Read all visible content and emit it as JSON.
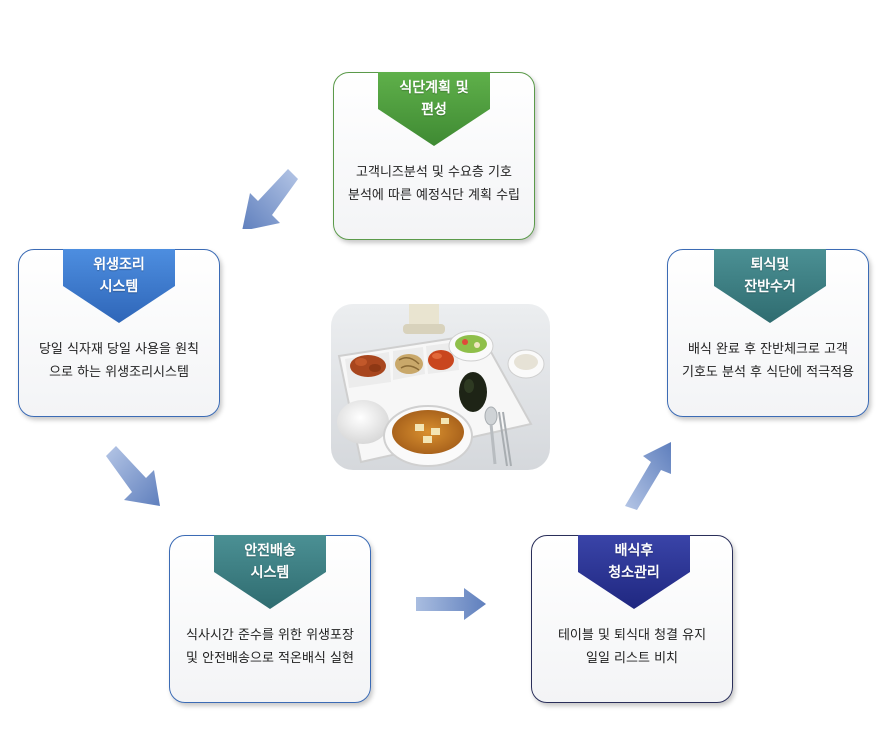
{
  "cards": {
    "top": {
      "title_line1": "식단계획 및",
      "title_line2": "편성",
      "desc_line1": "고객니즈분석 및 수요층 기호",
      "desc_line2": "분석에 따른 예정식단 계획 수립",
      "badge_color": "#4a9a3c",
      "border_color": "#5b9a4a"
    },
    "left": {
      "title_line1": "위생조리",
      "title_line2": "시스템",
      "desc_line1": "당일 식자재 당일 사용을 원칙",
      "desc_line2": "으로 하는 위생조리시스템",
      "badge_color": "#3a78c8",
      "border_color": "#3b6bb5"
    },
    "right": {
      "title_line1": "퇴식및",
      "title_line2": "잔반수거",
      "desc_line1": "배식 완료 후 잔반체크로 고객",
      "desc_line2": "기호도 분석 후 식단에 적극적용",
      "badge_color": "#3b7f83",
      "border_color": "#3b6bb5"
    },
    "bottom_left": {
      "title_line1": "안전배송",
      "title_line2": "시스템",
      "desc_line1": "식사시간 준수를 위한 위생포장",
      "desc_line2": "및 안전배송으로 적온배식 실현",
      "badge_color": "#3b7f83",
      "border_color": "#3b6bb5"
    },
    "bottom_right": {
      "title_line1": "배식후",
      "title_line2": "청소관리",
      "desc_line1": "테이블 및 퇴식대 청결 유지",
      "desc_line2": "일일 리스트 비치",
      "badge_color": "#27308f",
      "border_color": "#2a2f5a"
    }
  },
  "colors": {
    "arrow": "#6f8fc4",
    "arrow_light": "#a9bde0"
  },
  "center_image": {
    "icon": "meal-tray-photo"
  }
}
